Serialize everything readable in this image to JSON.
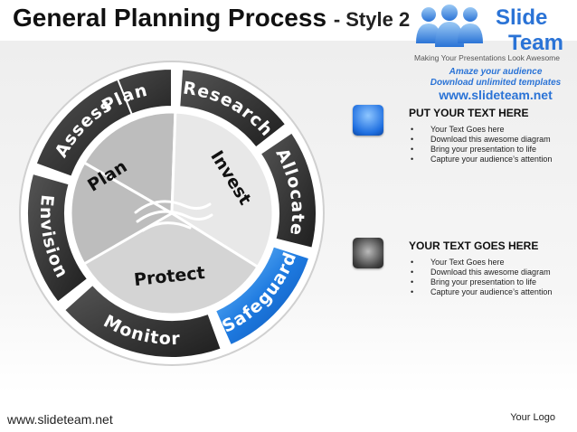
{
  "header": {
    "title": "General Planning Process",
    "subtitle": "- Style 2"
  },
  "logo": {
    "word1": "Slide",
    "word2": "Team",
    "tagline": "Making Your Presentations Look Awesome",
    "promo_line1": "Amaze your audience",
    "promo_line2": "Download unlimited templates",
    "url": "www.slideteam.net"
  },
  "diagram": {
    "ring_segments": [
      "Plan",
      "Research",
      "Allocate",
      "Safeguard",
      "Monitor",
      "Envision",
      "Assess"
    ],
    "inner_sectors": [
      "Plan",
      "Invest",
      "Protect"
    ],
    "highlighted_segment": "Safeguard",
    "colors": {
      "ring": "#3a3a3a",
      "highlight": "#1e7ae0",
      "inner": "#cfcfcf"
    }
  },
  "panels": [
    {
      "heading": "PUT YOUR TEXT HERE",
      "color": "blue",
      "bullets": [
        "Your Text Goes here",
        "Download this awesome diagram",
        "Bring your presentation to life",
        "Capture your audience’s attention"
      ]
    },
    {
      "heading": "YOUR TEXT GOES HERE",
      "color": "gray",
      "bullets": [
        "Your Text Goes here",
        "Download this awesome diagram",
        "Bring your presentation to life",
        "Capture your audience’s attention"
      ]
    }
  ],
  "footer": {
    "url": "www.slideteam.net",
    "logo_placeholder": "Your Logo"
  }
}
